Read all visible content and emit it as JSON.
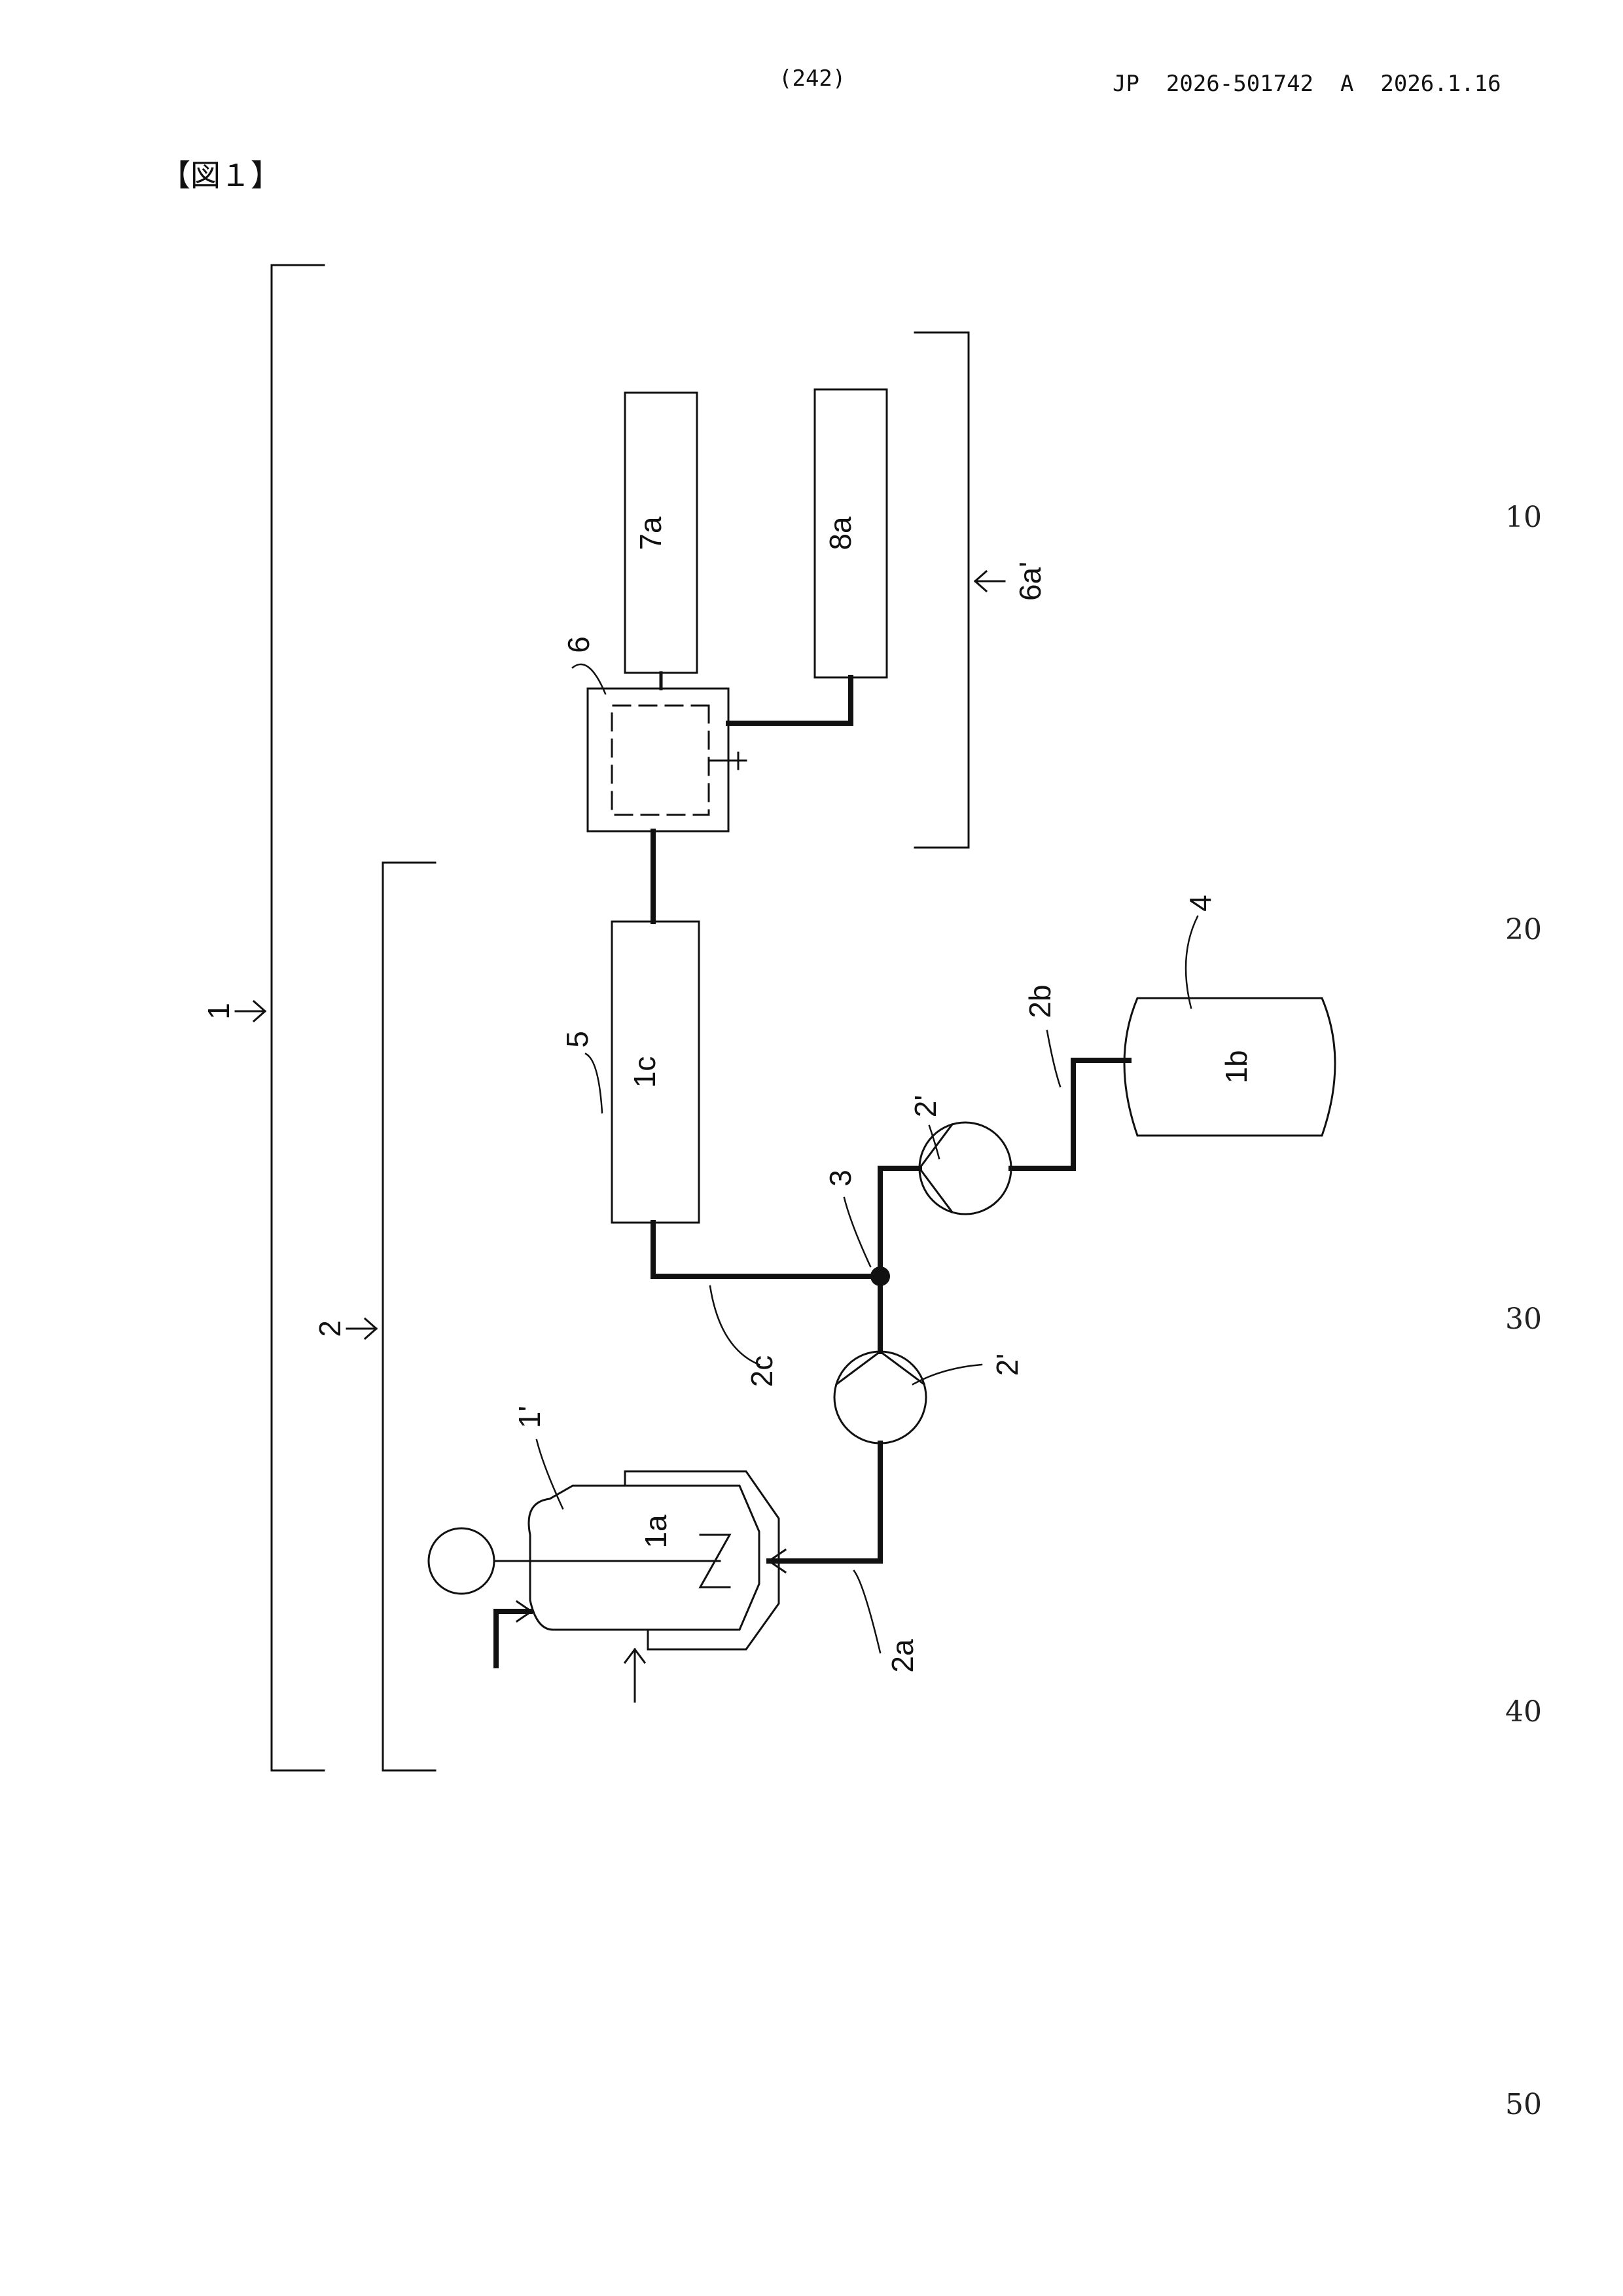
{
  "header": {
    "page_number": "(242)",
    "publication": "JP  2026-501742  A  2026.1.16"
  },
  "figure_title": "【図１】",
  "line_numbers": [
    "10",
    "20",
    "30",
    "40",
    "50"
  ],
  "diagram": {
    "labels": {
      "system": "1",
      "sub_system": "2",
      "junction": "3",
      "tank_ref": "4",
      "column_ref": "5",
      "separator_ref": "6",
      "group_right": "6a'",
      "box_7a": "7a",
      "box_8a": "8a",
      "column": "1c",
      "reactor": "1a",
      "reactor_ref": "1'",
      "tank": "1b",
      "pump_ref_upper": "2'",
      "pump_ref_lower": "2'",
      "line_2a": "2a",
      "line_2b": "2b",
      "line_2c": "2c"
    }
  }
}
